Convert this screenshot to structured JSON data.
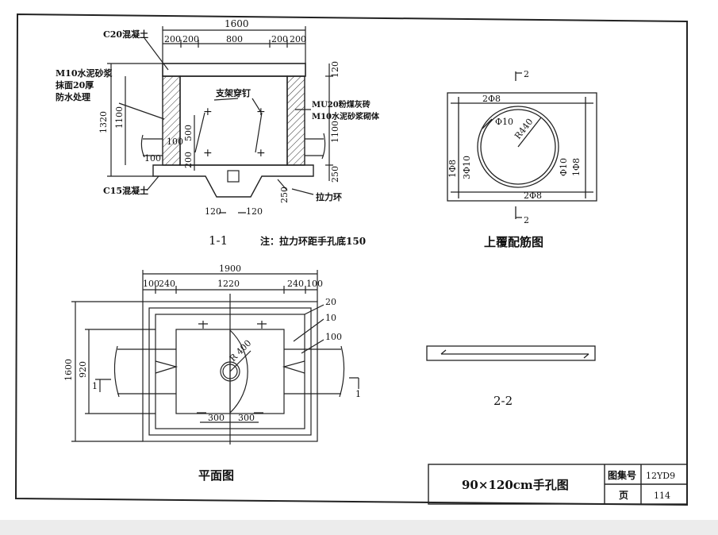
{
  "section_1_1": {
    "dims": {
      "overall_width": "1600",
      "top_left_1": "200",
      "top_left_2": "200",
      "top_mid": "800",
      "top_right_1": "200",
      "top_right_2": "200",
      "height_total": "1320",
      "height_inner": "1100",
      "right_top": "120",
      "right_mid": "1100",
      "right_bottom": "250",
      "bracket_500": "500",
      "bracket_200": "200",
      "left_100_a": "100",
      "left_100_b": "100",
      "bottom_250": "250",
      "bottom_120_a": "120",
      "bottom_120_b": "120"
    },
    "labels": {
      "c20": "C20混凝土",
      "m10_line1": "M10水泥砂浆",
      "m10_line2": "抹面20厚",
      "m10_line3": "防水处理",
      "support": "支架穿钉",
      "mu20_line1": "MU20粉煤灰砖",
      "mu20_line2": "M10水泥砂浆砌体",
      "c15": "C15混凝土",
      "pull_ring": "拉力环"
    },
    "title": "1-1",
    "note": "注：拉力环距手孔底150"
  },
  "cover_rebar": {
    "section_mark_top": "2",
    "section_mark_bottom": "2",
    "top_bar": "2Φ8",
    "bottom_bar": "2Φ8",
    "ring_bar": "Φ10",
    "radius": "R440",
    "left_a": "1Φ8",
    "left_b": "3Φ10",
    "right_a": "Φ10",
    "right_b": "1Φ8",
    "title": "上覆配筋图"
  },
  "section_2_2": {
    "title": "2-2"
  },
  "plan": {
    "dims": {
      "overall_width": "1900",
      "left_100": "100",
      "left_240": "240",
      "mid": "1220",
      "right_240": "240",
      "right_100": "100",
      "height_total": "1600",
      "height_inner": "920",
      "layer_20": "20",
      "layer_10": "10",
      "layer_100": "100",
      "radius": "R 400",
      "bottom_300_a": "300",
      "bottom_300_b": "300"
    },
    "section_mark_left": "1",
    "section_mark_right": "1",
    "title": "平面图"
  },
  "title_block": {
    "drawing_name": "90×120cm手孔图",
    "atlas_label": "图集号",
    "atlas_value": "12YD9",
    "page_label": "页",
    "page_value": "114"
  }
}
